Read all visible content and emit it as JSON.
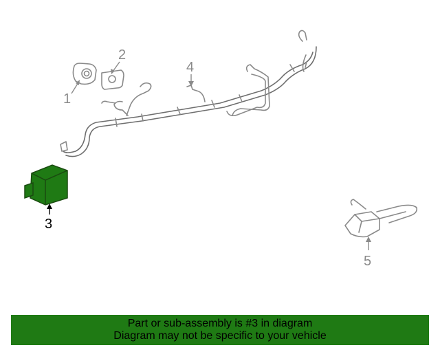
{
  "callouts": [
    {
      "id": "1",
      "label": "1",
      "highlighted": false
    },
    {
      "id": "2",
      "label": "2",
      "highlighted": false
    },
    {
      "id": "3",
      "label": "3",
      "highlighted": true
    },
    {
      "id": "4",
      "label": "4",
      "highlighted": false
    },
    {
      "id": "5",
      "label": "5",
      "highlighted": false
    }
  ],
  "banner": {
    "line1": "Part or sub-assembly is #3 in diagram",
    "line2": "Diagram may not be specific to your vehicle"
  },
  "colors": {
    "highlight_part": "#1f7a14",
    "banner_bg": "#1f7a14",
    "part_outline": "#8a8a8a"
  }
}
